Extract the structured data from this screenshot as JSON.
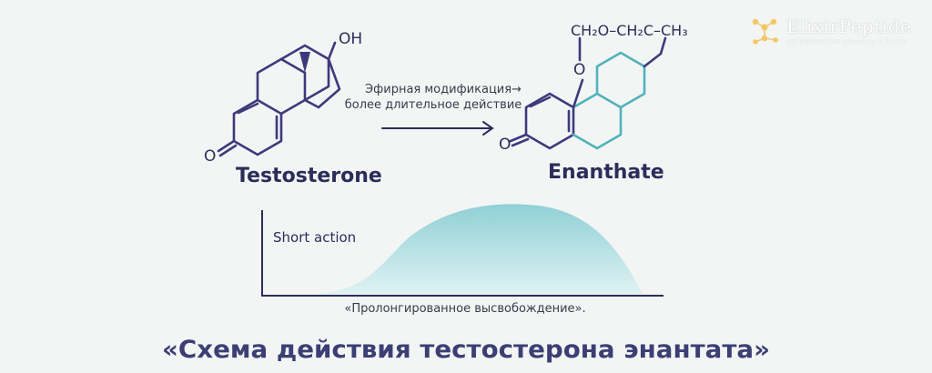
{
  "molecules": {
    "left": {
      "label": "Testosterone",
      "hydroxyl": "OH",
      "ketone": "O"
    },
    "right": {
      "label": "Enanthate",
      "ketone": "O",
      "ether_o": "O",
      "side_chain": "CH₂O–CH₂C–CH₃"
    }
  },
  "arrow": {
    "line1": "Эфирная модификация→",
    "line2": "более длительное действие"
  },
  "release_plot": {
    "ylabel": "Short action",
    "caption": "«Пролонгированное высвобождение»."
  },
  "footer_title": "«Схема действия тестостерона энантата»",
  "watermark": {
    "name": "ElixirPeptide",
    "tagline": "эффективные пептиды и БАДы"
  },
  "colors": {
    "skeleton": "#3d3a7c",
    "accent_ring": "#4fb3bb",
    "fill": "#8ed0d6",
    "title": "#3b3f74"
  }
}
